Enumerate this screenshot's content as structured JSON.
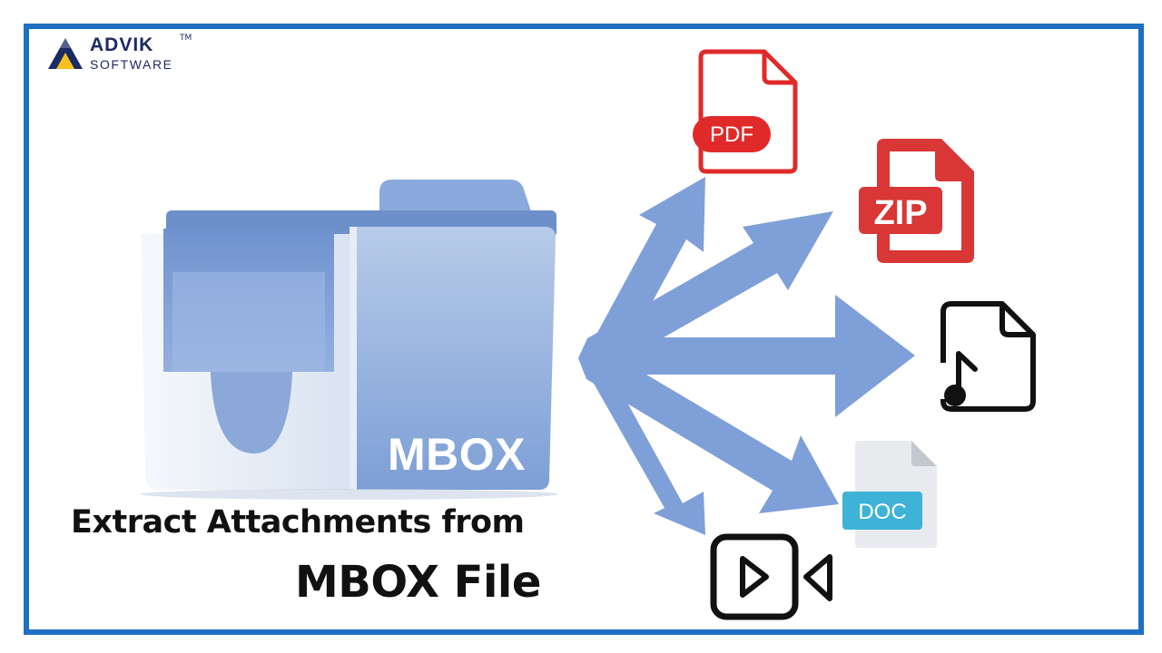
{
  "logo": {
    "name": "ADVIK",
    "trademark": "TM",
    "subtitle": "SOFTWARE"
  },
  "folder": {
    "label": "MBOX"
  },
  "title": {
    "line1": "Extract Attachments from",
    "line2": "MBOX File"
  },
  "file_icons": [
    {
      "icon": "pdf-file-icon",
      "label": "PDF"
    },
    {
      "icon": "zip-file-icon",
      "label": "ZIP"
    },
    {
      "icon": "audio-file-icon",
      "label": ""
    },
    {
      "icon": "doc-file-icon",
      "label": "DOC"
    },
    {
      "icon": "video-file-icon",
      "label": ""
    }
  ],
  "colors": {
    "frame": "#1f6fc2",
    "arrow": "#7f9fd8",
    "folder": "#8eb0e2",
    "pdf": "#e02a2a",
    "zip": "#d93636",
    "doc_badge": "#3fb2d8",
    "logo": "#1b2a63"
  }
}
